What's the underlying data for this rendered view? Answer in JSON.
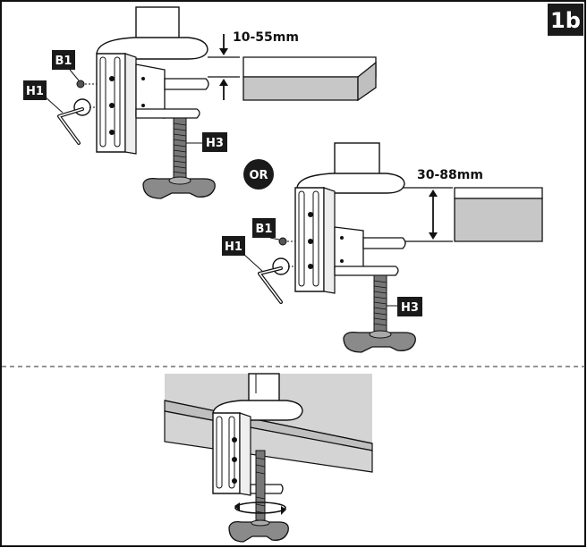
{
  "step_badge": "1b",
  "or_badge": "OR",
  "dimensions": {
    "thin": "10-55mm",
    "thick": "30-88mm"
  },
  "part_labels": {
    "b1_top": "B1",
    "h1_top": "H1",
    "h3_top": "H3",
    "b1_bottom": "B1",
    "h1_bottom": "H1",
    "h3_bottom": "H3"
  },
  "colors": {
    "label_bg": "#1a1a1a",
    "label_text": "#ffffff",
    "line": "#111111",
    "surface_gray": "#d4d4d4",
    "desk_side": "#bfbfbf",
    "knob": "#8a8a8a"
  }
}
